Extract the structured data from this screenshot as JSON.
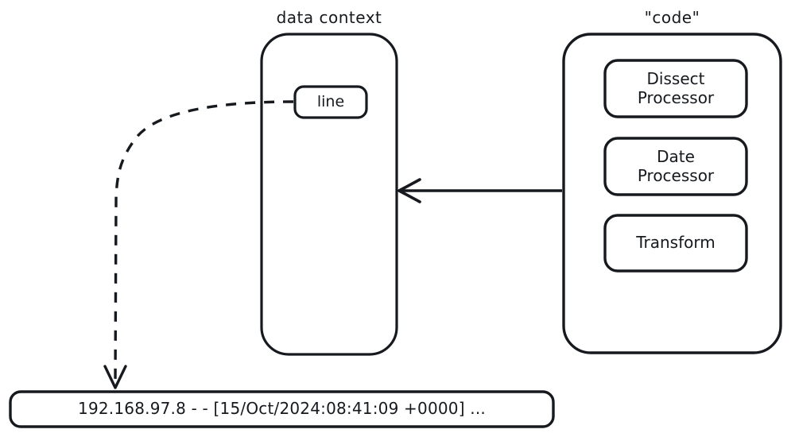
{
  "diagram": {
    "title": "data context and code pipeline",
    "background_color": "#ffffff",
    "stroke_color": "#16191d",
    "panels": [
      {
        "id": "data-context",
        "label": "data context",
        "nodes": [
          {
            "id": "line",
            "label": "line"
          }
        ]
      },
      {
        "id": "code",
        "label": "\"code\"",
        "nodes": [
          {
            "id": "dissect-processor",
            "label": "Dissect\nProcessor"
          },
          {
            "id": "date-processor",
            "label": "Date\nProcessor"
          },
          {
            "id": "transform",
            "label": "Transform"
          }
        ]
      }
    ],
    "log_line": {
      "id": "log-line",
      "text": "192.168.97.8 - - [15/Oct/2024:08:41:09 +0000] ..."
    },
    "connectors": [
      {
        "id": "code-to-data-context",
        "style": "solid",
        "arrow": "open",
        "from": "code",
        "to": "data-context"
      },
      {
        "id": "line-to-log-line",
        "style": "dashed",
        "arrow": "open",
        "from": "line",
        "to": "log-line"
      }
    ]
  }
}
